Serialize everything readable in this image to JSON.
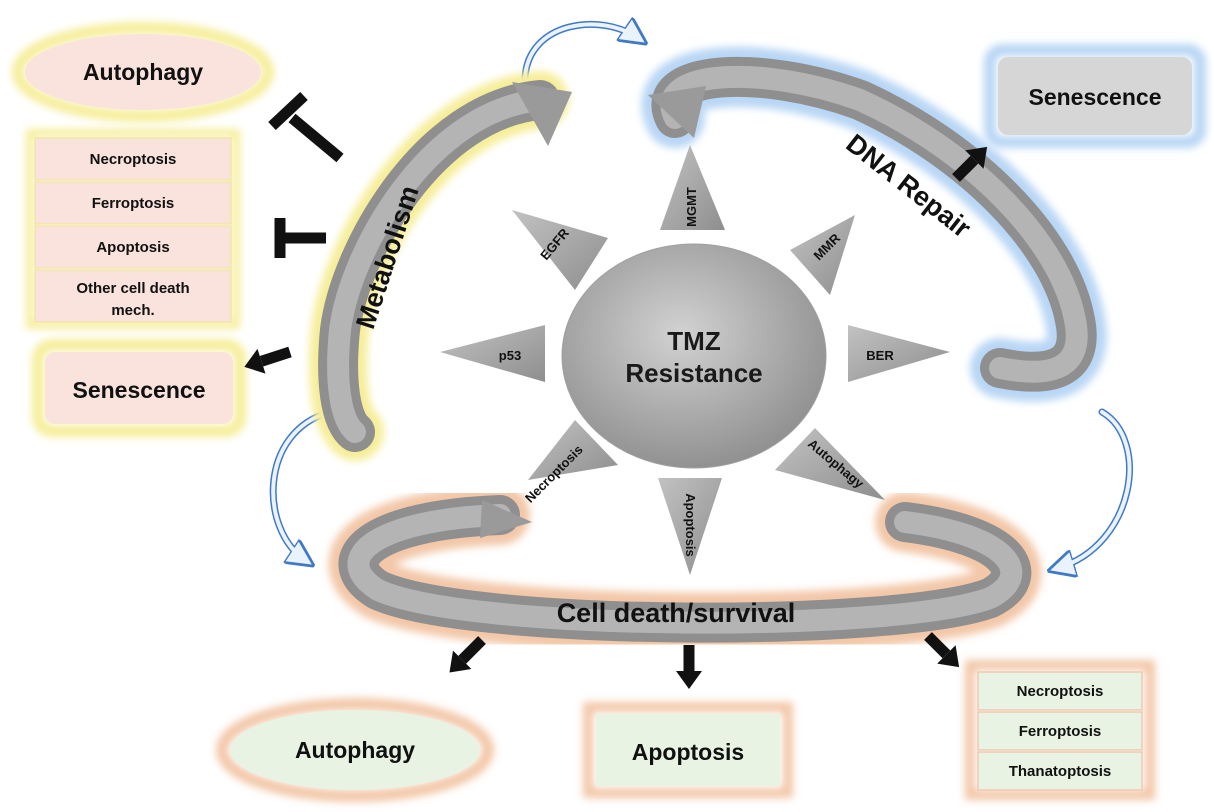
{
  "center": {
    "line1": "TMZ",
    "line2": "Resistance"
  },
  "spikes": {
    "mgmt": "MGMT",
    "egfr": "EGFR",
    "mmr": "MMR",
    "p53": "p53",
    "ber": "BER",
    "necroptosis": "Necroptosis",
    "autophagy": "Autophagy",
    "apoptosis": "Apoptosis"
  },
  "bands": {
    "metabolism": "Metabolism",
    "dna_repair": "DNA Repair",
    "cell_death": "Cell death/survival"
  },
  "left": {
    "autophagy": "Autophagy",
    "list": [
      "Necroptosis",
      "Ferroptosis",
      "Apoptosis",
      "Other  cell death",
      "mech."
    ],
    "senescence": "Senescence"
  },
  "right": {
    "senescence": "Senescence"
  },
  "bottom": {
    "autophagy": "Autophagy",
    "apoptosis": "Apoptosis",
    "list": [
      "Necroptosis",
      "Ferroptosis",
      "Thanatoptosis"
    ]
  },
  "colors": {
    "yellow_glow": "#f6ee9a",
    "blue_glow": "#b8d6f5",
    "orange_glow": "#f3c7a8",
    "pink_fill": "#f9e3dc",
    "green_fill": "#e8f3e3",
    "gray_fill": "#d6d6d6",
    "band_gray": "#9a9a9a"
  }
}
